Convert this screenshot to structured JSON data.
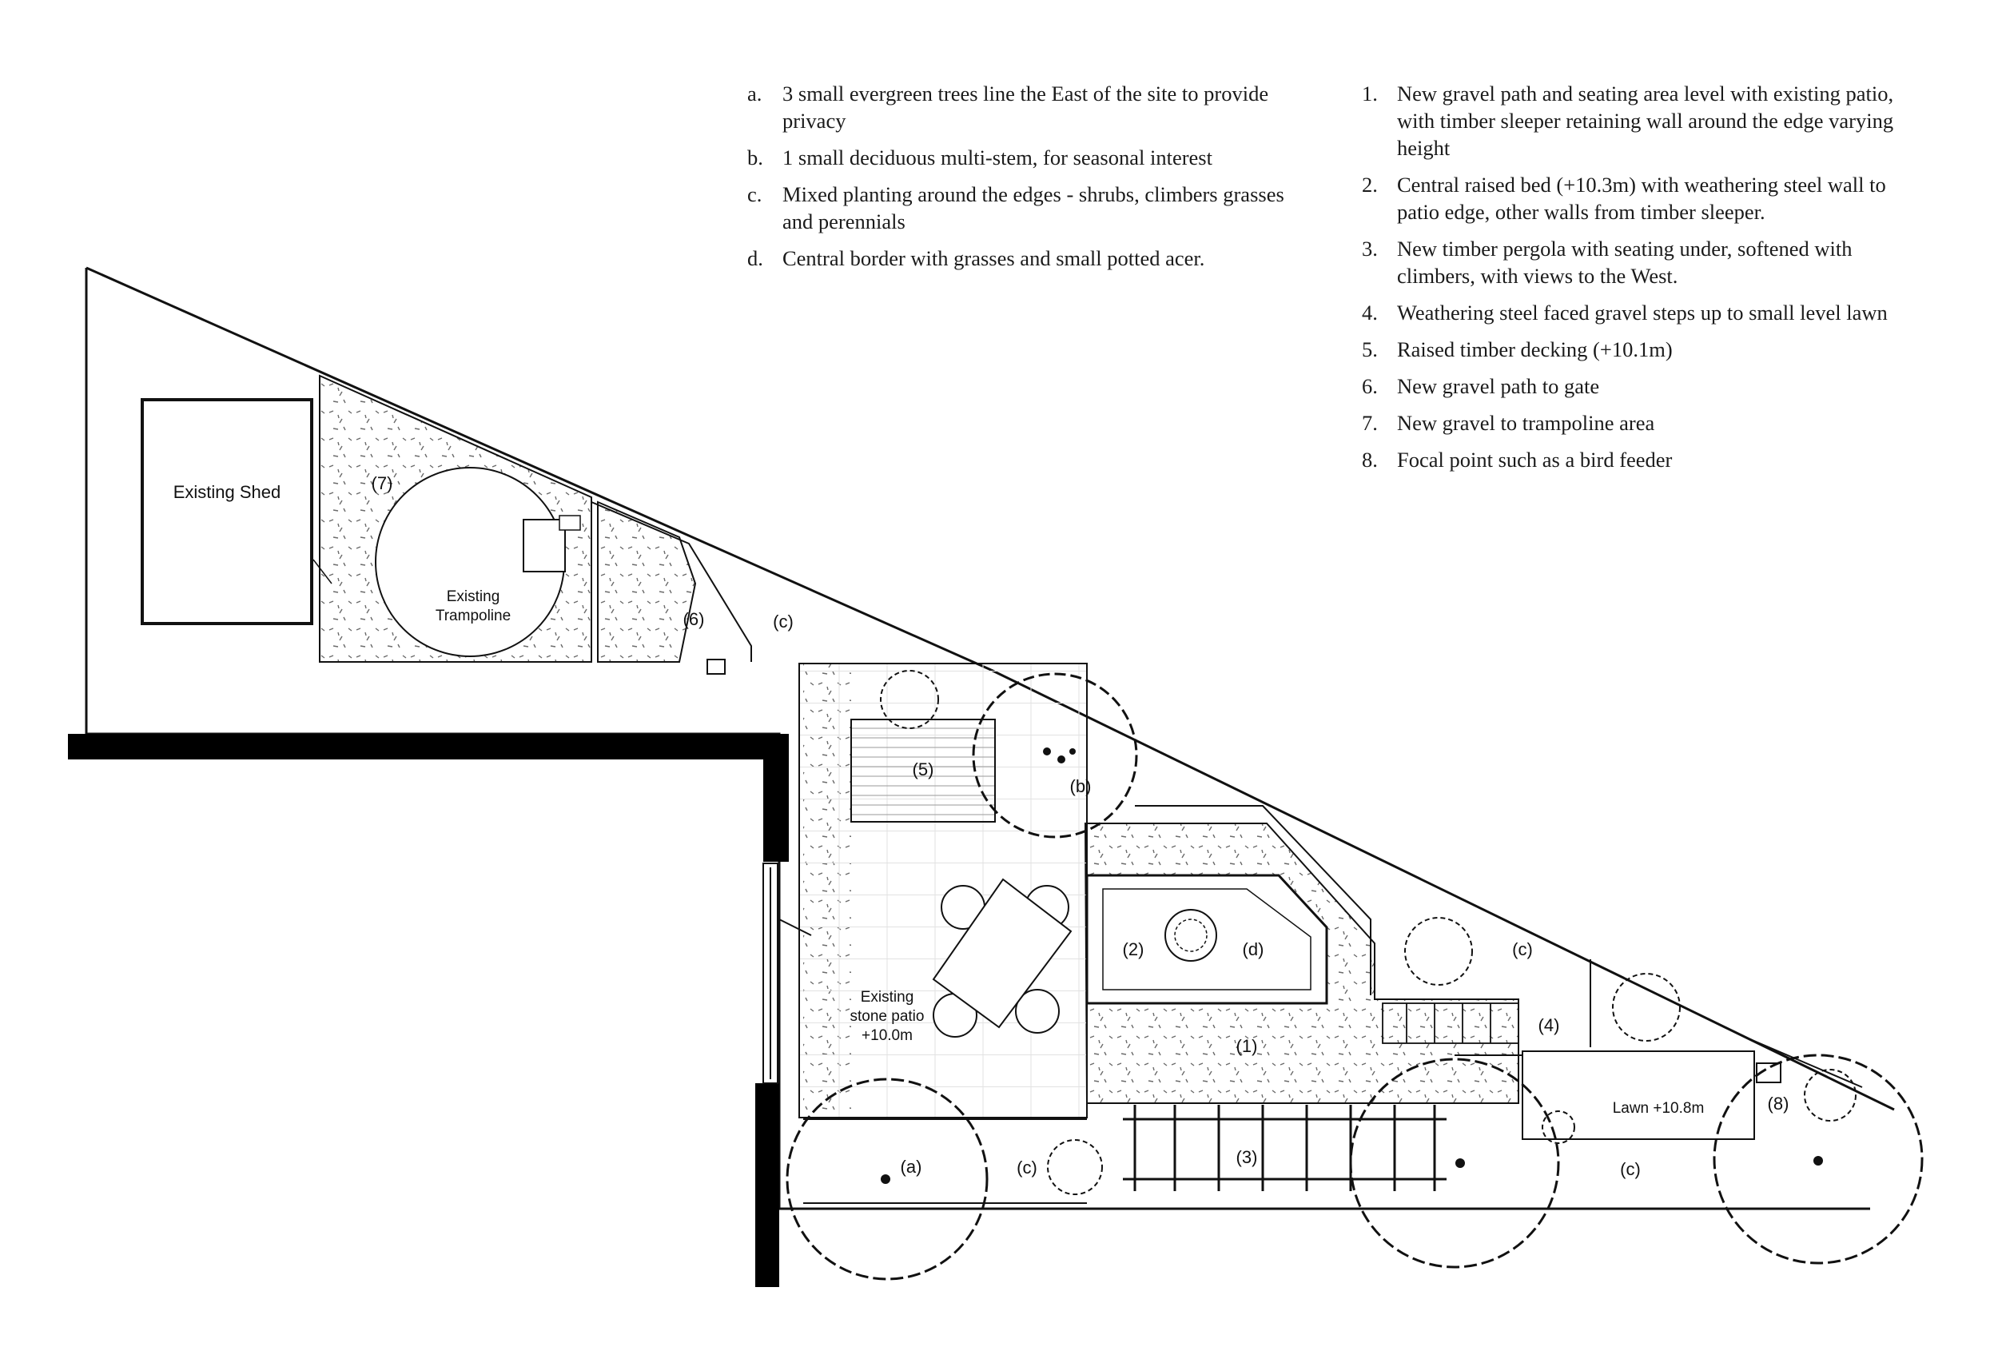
{
  "legend_letters": [
    {
      "marker": "a.",
      "text": "3 small evergreen trees line the East of the site to provide privacy"
    },
    {
      "marker": "b.",
      "text": "1 small deciduous multi-stem, for seasonal interest"
    },
    {
      "marker": "c.",
      "text": "Mixed planting around the edges - shrubs, climbers grasses and perennials"
    },
    {
      "marker": "d.",
      "text": "Central border with grasses and small potted acer."
    }
  ],
  "legend_numbers": [
    {
      "marker": "1.",
      "text": "New gravel path and seating area level with existing patio, with timber sleeper retaining wall around the edge varying height"
    },
    {
      "marker": "2.",
      "text": "Central raised bed (+10.3m) with weathering steel wall to patio edge, other walls from timber sleeper."
    },
    {
      "marker": "3.",
      "text": "New timber pergola with seating under, softened with climbers, with views to the West."
    },
    {
      "marker": "4.",
      "text": "Weathering steel faced gravel steps up to small level lawn"
    },
    {
      "marker": "5.",
      "text": "Raised timber decking (+10.1m)"
    },
    {
      "marker": "6.",
      "text": "New gravel path to gate"
    },
    {
      "marker": "7.",
      "text": "New gravel to trampoline area"
    },
    {
      "marker": "8.",
      "text": "Focal point such as a bird feeder"
    }
  ],
  "plan_labels": {
    "shed": "Existing Shed",
    "trampoline_line1": "Existing",
    "trampoline_line2": "Trampoline",
    "patio_line1": "Existing",
    "patio_line2": "stone patio",
    "patio_line3": "+10.0m",
    "lawn": "Lawn +10.8m",
    "tag_1": "(1)",
    "tag_2": "(2)",
    "tag_3": "(3)",
    "tag_4": "(4)",
    "tag_5": "(5)",
    "tag_6": "(6)",
    "tag_7": "(7)",
    "tag_8": "(8)",
    "tag_a": "(a)",
    "tag_b": "(b)",
    "tag_c": "(c)",
    "tag_d": "(d)"
  },
  "colors": {
    "ink": "#111111",
    "wall": "#000000",
    "paper": "#ffffff"
  }
}
